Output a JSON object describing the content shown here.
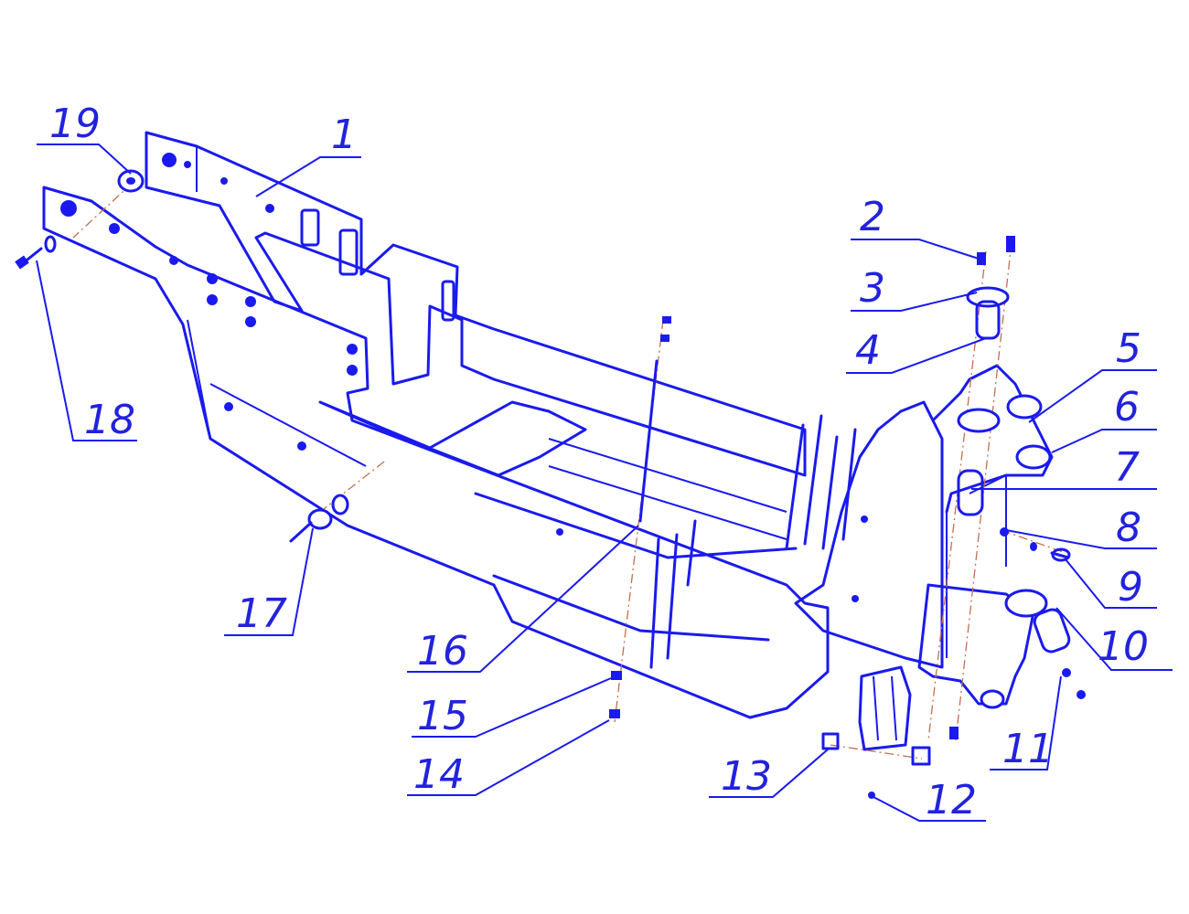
{
  "diagram": {
    "line_color": "#1a1aee",
    "axis_color": "#c07050",
    "background": "#ffffff",
    "callouts": [
      {
        "id": "c1",
        "label": "1"
      },
      {
        "id": "c2",
        "label": "2"
      },
      {
        "id": "c3",
        "label": "3"
      },
      {
        "id": "c4",
        "label": "4"
      },
      {
        "id": "c5",
        "label": "5"
      },
      {
        "id": "c6",
        "label": "6"
      },
      {
        "id": "c7",
        "label": "7"
      },
      {
        "id": "c8",
        "label": "8"
      },
      {
        "id": "c9",
        "label": "9"
      },
      {
        "id": "c10",
        "label": "10"
      },
      {
        "id": "c11",
        "label": "11"
      },
      {
        "id": "c12",
        "label": "12"
      },
      {
        "id": "c13",
        "label": "13"
      },
      {
        "id": "c14",
        "label": "14"
      },
      {
        "id": "c15",
        "label": "15"
      },
      {
        "id": "c16",
        "label": "16"
      },
      {
        "id": "c17",
        "label": "17"
      },
      {
        "id": "c18",
        "label": "18"
      },
      {
        "id": "c19",
        "label": "19"
      }
    ]
  }
}
